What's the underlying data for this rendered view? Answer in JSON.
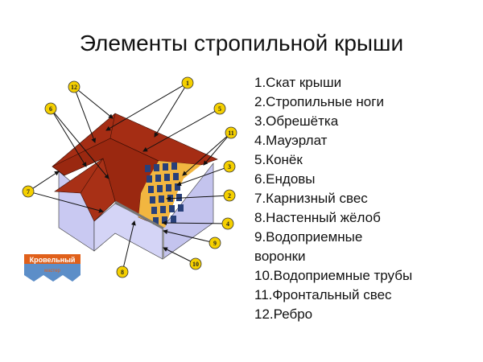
{
  "title": "Элементы стропильной крыши",
  "legend": [
    "1.Скат крыши",
    "2.Стропильные ноги",
    "3.Обрешётка",
    "4.Мауэрлат",
    "5.Конёк",
    "6.Ендовы",
    "7.Карнизный свес",
    "8.Настенный жёлоб",
    "9.Водоприемные\nворонки",
    "10.Водоприемные трубы",
    "11.Фронтальный свес",
    "12.Ребро"
  ],
  "callouts": [
    "1",
    "2",
    "3",
    "4",
    "5",
    "6",
    "7",
    "8",
    "9",
    "10",
    "11",
    "12"
  ],
  "logo": {
    "line1": "Кровельный",
    "line2": "мастер"
  },
  "colors": {
    "roof": "#9e2a12",
    "wall": "#c9c9f2",
    "lathing": "#f2b640",
    "callout": "#f5d000"
  }
}
